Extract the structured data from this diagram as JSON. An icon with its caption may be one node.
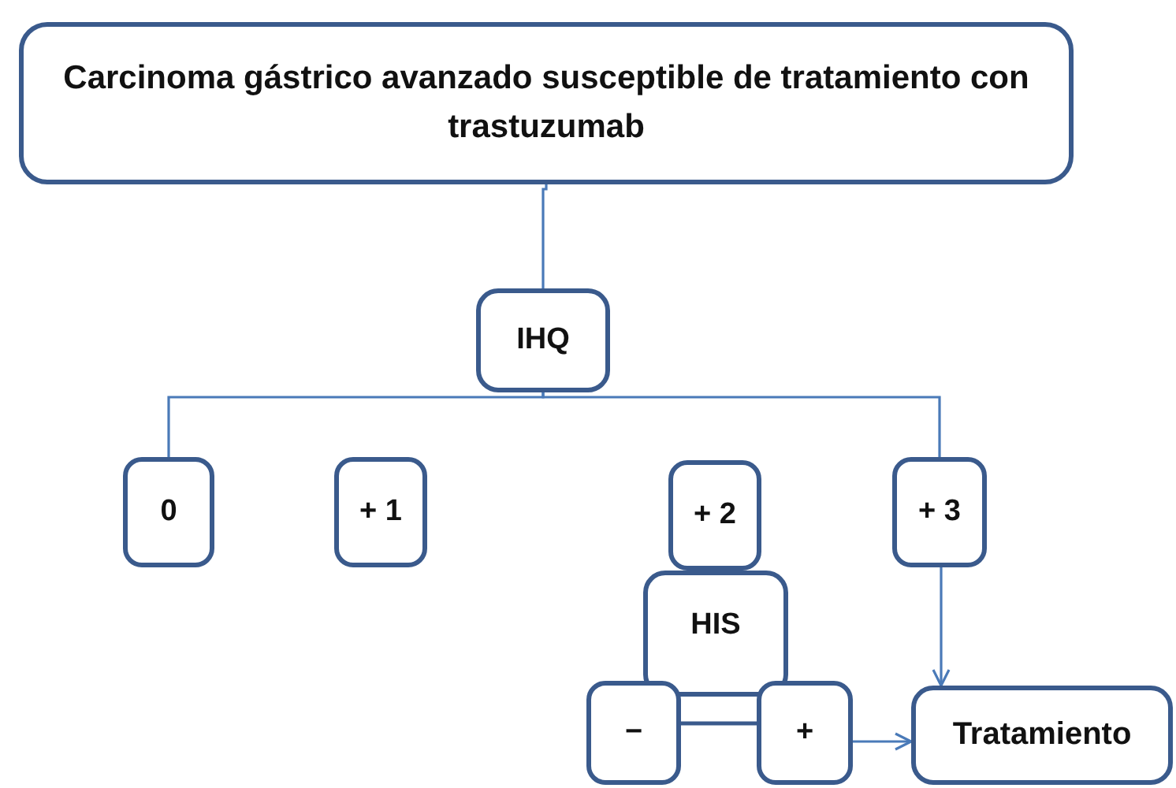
{
  "diagram": {
    "nodes": [
      {
        "text": [
          "Carcinoma gástrico avanzado susceptible de tratamiento con trastuzumab"
        ]
      },
      {
        "text": [
          "IHQ"
        ]
      },
      {
        "text": [
          "0"
        ]
      },
      {
        "text": [
          "+ 1"
        ]
      },
      {
        "text": [
          "+ 2"
        ]
      },
      {
        "text": [
          "+ 3"
        ]
      },
      {
        "text": [
          "HIS"
        ]
      },
      {
        "text": [
          "−"
        ]
      },
      {
        "text": [
          "+"
        ]
      },
      {
        "text": [
          "Tratamiento"
        ]
      }
    ],
    "edges": [
      {
        "from": 0,
        "to": 1,
        "arrow": "none"
      },
      {
        "from": 1,
        "to": 2,
        "arrow": "none"
      },
      {
        "from": 1,
        "to": 5,
        "arrow": "none"
      },
      {
        "from": 7,
        "to": 8,
        "arrow": "none",
        "color": "#3a5a8c"
      },
      {
        "from": 8,
        "to": 9,
        "arrow": "to"
      },
      {
        "from": 5,
        "to": 9,
        "arrow": "to"
      }
    ]
  }
}
